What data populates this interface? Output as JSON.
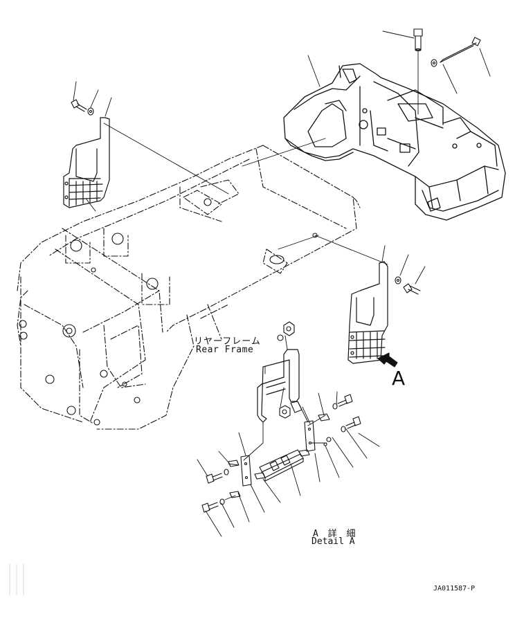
{
  "labels": {
    "rear_frame_jp": "リヤーフレーム",
    "rear_frame_en": "Rear Frame",
    "detail_letter": "A",
    "detail_jp": "A 詳 細",
    "detail_en": "Detail A",
    "drawing_code": "JA011587-P"
  },
  "colors": {
    "line": "#111111",
    "background": "#ffffff"
  }
}
